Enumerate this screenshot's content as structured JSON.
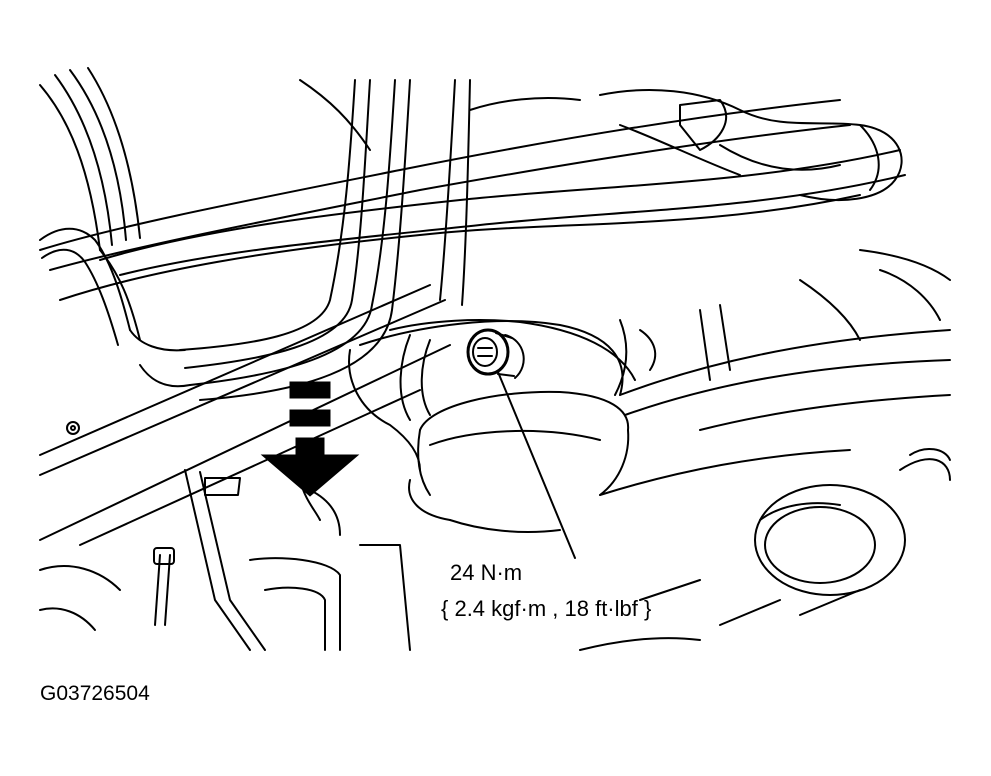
{
  "torque": {
    "primary": "24 N·m",
    "conversion": "{ 2.4 kgf·m , 18 ft·lbf }"
  },
  "figure_id": "G03726504",
  "colors": {
    "line": "#000000",
    "background": "#ffffff"
  },
  "icons": [
    "down-arrow-icon",
    "bolt-icon"
  ]
}
